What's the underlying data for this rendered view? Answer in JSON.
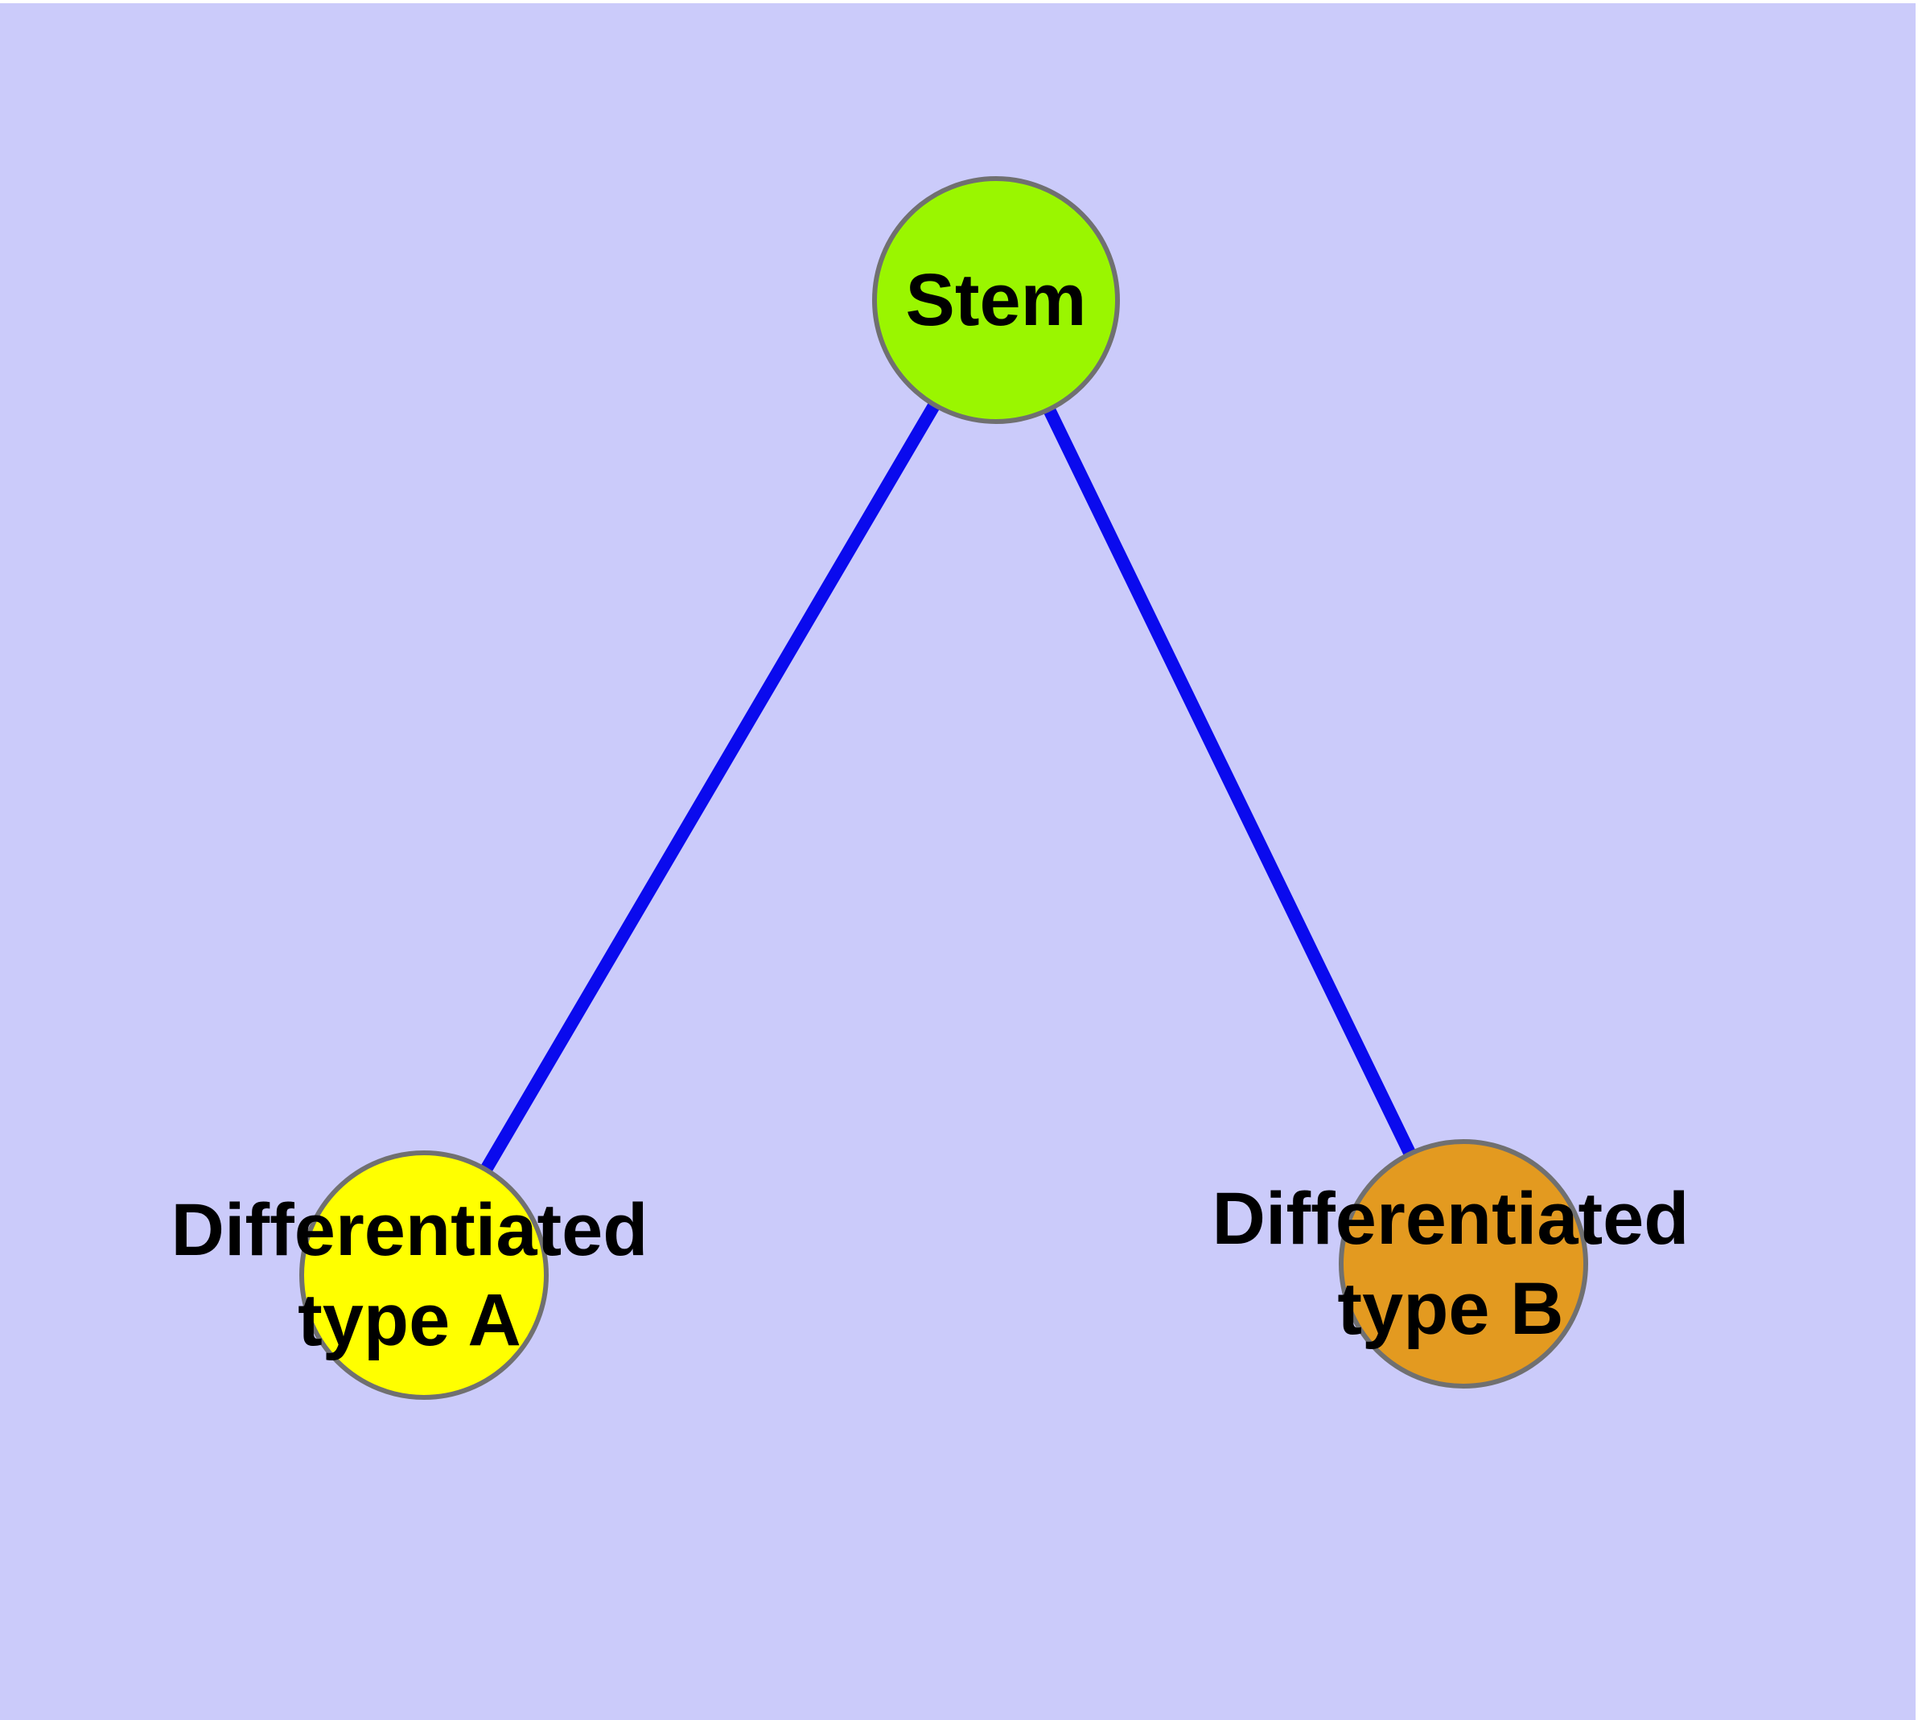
{
  "diagram": {
    "kind": "cell-differentiation-graph",
    "page_margin_color": "#FFFFFF",
    "background_color": "#CBCBFA",
    "edge_color": "#0A0AEE",
    "node_border_color": "#707070",
    "label_color": "#000000",
    "nodes": [
      {
        "id": "stem",
        "label": "Stem",
        "label_line1": "Stem",
        "label_line2": "",
        "fill": "#9AF600"
      },
      {
        "id": "differentiated-type-a",
        "label": "Differentiated type A",
        "label_line1": "Differentiated",
        "label_line2": "type A",
        "fill": "#FFFF00"
      },
      {
        "id": "differentiated-type-b",
        "label": "Differentiated type B",
        "label_line1": "Differentiated",
        "label_line2": "type B",
        "fill": "#E39A20"
      }
    ],
    "edges": [
      {
        "from": "Stem",
        "to": "Differentiated type A"
      },
      {
        "from": "Stem",
        "to": "Differentiated type B"
      }
    ]
  }
}
